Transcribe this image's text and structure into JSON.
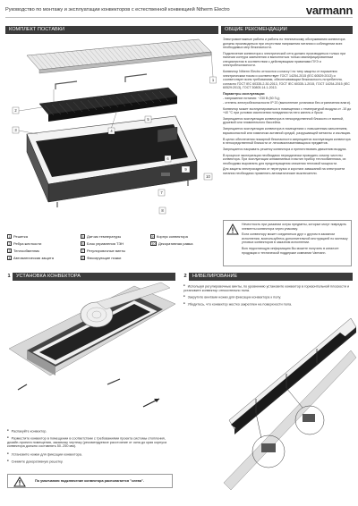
{
  "header": {
    "title": "Руководство по монтажу и эксплуатации конвекторов с естественной конвекцией Ntherm Electro",
    "logo": "varmann"
  },
  "sections": {
    "kit": "КОМПЛЕКТ ПОСТАВКИ",
    "general": "ОБЩИЕ РЕКОМЕНДАЦИИ",
    "install": "УСТАНОВКА КОНВЕКТОРА",
    "install_num": "1",
    "leveling": "НИВЕЛИРОВАНИЕ",
    "leveling_num": "2"
  },
  "callouts": [
    "1",
    "2",
    "3",
    "4",
    "5",
    "6",
    "7",
    "8",
    "9",
    "10"
  ],
  "legend": [
    {
      "num": "1",
      "label": "Решетка"
    },
    {
      "num": "2",
      "label": "Ребра жесткости"
    },
    {
      "num": "3",
      "label": "Теплообменник"
    },
    {
      "num": "4",
      "label": "Автоматическая защита"
    },
    {
      "num": "5",
      "label": "Датчик температуры"
    },
    {
      "num": "6",
      "label": "Блок управления ТЭН"
    },
    {
      "num": "7",
      "label": "Регулировочные винты"
    },
    {
      "num": "8",
      "label": "Фиксирующие ножки"
    },
    {
      "num": "9",
      "label": "Корпус конвектора"
    },
    {
      "num": "10",
      "label": "Декоративная рамка"
    }
  ],
  "general_text": {
    "p1": "Электромонтажные работы и работы по техническому обслуживанию конвектора должны производиться при отсутствии напряжения питания и соблюдении всех необходимых мер безопасности.",
    "p2": "Подключение конвектора к электрической сети должно производиться только при наличии контура заземления и выполняться только квалифицированным специалистом в соответствии с действующими правилами ПУЭ и электробезопасности.",
    "p3": "Конвектор Ntherm Electro относится к классу I по типу защиты от поражения электрическим током и соответствует ГОСТ 14254-2015 (IEC 60529:2013) и соответствует всем требованиям, обеспечивающим безопасность потребителя, согласно ГОСТ IEC 60335-2-30-2013, ГОСТ IEC 60335-1-2015, ГОСТ 14254-2015 (IEC 60529:2013), ГОСТ 30805.14.1-2013.",
    "params_title": "Параметры эксплуатации:",
    "params1": "- напряжение питания: ~230 В (50 Гц);",
    "params2": "- степень электробезопасности IP 20 (выполнение установки без ограничения влаги).",
    "p4": "Конвектор может эксплуатироваться в помещениях с температурой воздуха от -10 до +40 °С при условии исключения попадания на него капель и брызг.",
    "p5": "Запрещается эксплуатация конвектора в непосредственной близости от ванной, душевой или плавательного бассейна.",
    "p6": "Запрещается эксплуатация конвектора в помещениях с повышенным запылением, взрывоопасной или химически активной средой, разрушающей металлы и изоляцию.",
    "p7": "В целях обеспечения пожарной безопасности запрещается эксплуатация конвектора в непосредственной близости от легковоспламеняющихся предметов.",
    "p8": "Запрещается накрывать решетку конвектора и препятствовать движению воздуха.",
    "p9": "В процессе эксплуатации необходимо периодически проводить осмотр чистоты конвектора. При эксплуатации алюминиевых пластин прибор теплообменника, их необходимо выровнять для предотвращения снижения тепловой мощности.",
    "p10": "Для защиты электроизделия от перегрузок и коротких замыканий на электросети питания необходимо применять автоматические выключатели."
  },
  "warning": {
    "w1": "Нечестность при указании остры предметы, которые могут повредить элементы конвектора через упаковку.",
    "w2": "Если конвектору может соединяться друг с другом в заказном исполнении, воспользуйтесь дополнительной инструкцией по монтажу угловых конвекторов в заказном исполнении.",
    "w3": "Всю недостающую информацию Вы можете получить в каталоге продукции и технической поддержке компании Varmann."
  },
  "leveling_text": {
    "l1": "Используя регулировочные винты, по уровнинию установите конвектор в горизонтальной плоскости и установите конвектор относительно пола.",
    "l2": "Закрутите винтами ножки для фиксации конвектора к полу.",
    "l3": "Убедитесь, что конвектор жестко закреплен на поверхности пола."
  },
  "install_list": {
    "s1": "Распакуйте конвектор.",
    "s2": "Разместите конвектор в помещении в соответствии с требованиями проекта системы отопления, дизайн-проекта помещения, заказчику чертежу (рекомендуемое расстояние от окна до края корпуса конвектора должно составлять 50..250 мм).",
    "s3": "Установите ножки для фиксации конвектора.",
    "s4": "Снимите декоративную решетку."
  },
  "note": "По умолчанию подключение конвектора располагается \"слева\"."
}
